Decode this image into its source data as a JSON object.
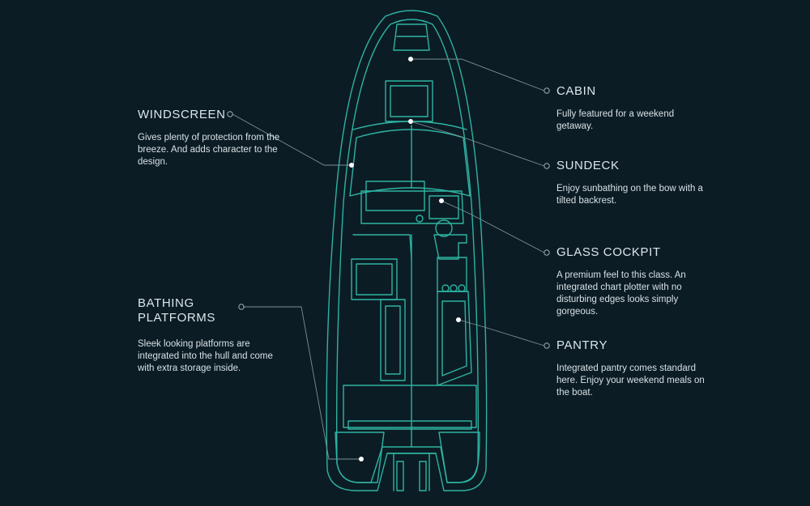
{
  "colors": {
    "background": "#0b1c25",
    "hull_line": "#2fb3a2",
    "leader_line": "#7d8f95",
    "text": "#dce7ea"
  },
  "callouts": {
    "windscreen": {
      "title": "WINDSCREEN",
      "description": "Gives plenty of protection from the breeze. And adds character to the design."
    },
    "bathing_platforms": {
      "title": "BATHING\nPLATFORMS",
      "description": "Sleek looking platforms are integrated into the hull and come with extra storage inside."
    },
    "cabin": {
      "title": "CABIN",
      "description": "Fully featured for a weekend getaway."
    },
    "sundeck": {
      "title": "SUNDECK",
      "description": "Enjoy sunbathing on the bow with a tilted backrest."
    },
    "glass_cockpit": {
      "title": "GLASS COCKPIT",
      "description": "A premium feel to this class. An integrated chart plotter with no disturbing edges looks simply gorgeous."
    },
    "pantry": {
      "title": "PANTRY",
      "description": "Integrated pantry comes standard here. Enjoy your weekend meals on the boat."
    }
  }
}
